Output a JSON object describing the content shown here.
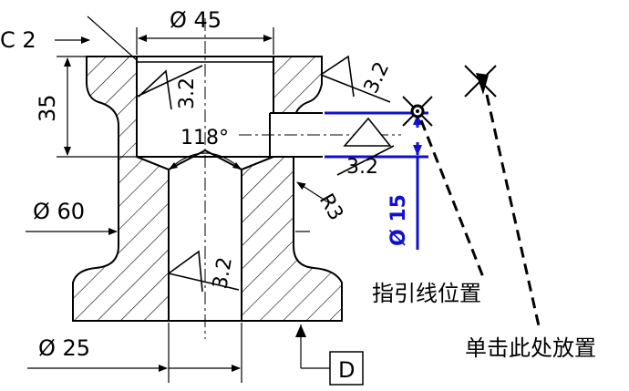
{
  "dimensions": {
    "chamfer": "C 2",
    "top_diameter": "Ø 45",
    "height": "35",
    "angle": "118°",
    "left_diameter": "Ø 60",
    "bottom_diameter": "Ø 25",
    "radius": "R3",
    "blue_diameter": "Ø 15"
  },
  "roughness": {
    "upper_left": "3.2",
    "upper_right": "3.2",
    "blue_leader": "3.2",
    "bore": "3.2"
  },
  "datum": {
    "label": "D"
  },
  "annotations": {
    "leader_position": "指引线位置",
    "click_to_place": "单击此处放置"
  },
  "colors": {
    "outline": "#000000",
    "highlight": "#1010d0"
  }
}
